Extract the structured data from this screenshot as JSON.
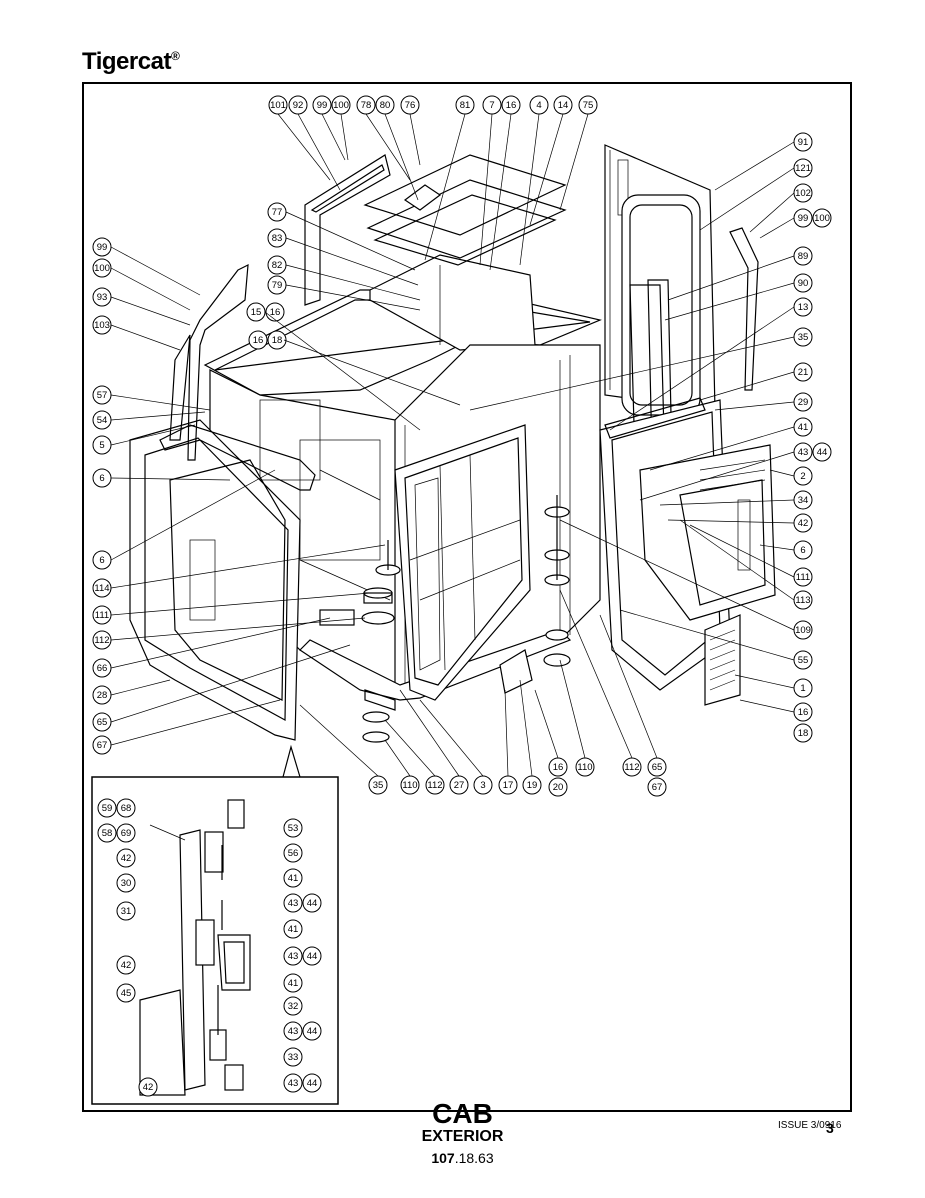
{
  "header": {
    "brand": "Tigercat",
    "brand_mark": "®"
  },
  "footer": {
    "title": "CAB",
    "subtitle": "EXTERIOR",
    "doc_number_bold": "107",
    "doc_number_rest": ".18.63",
    "issue": "ISSUE 3/09",
    "page": "3",
    "issue_suffix": "16"
  },
  "callouts_main": [
    "101",
    "92",
    "99",
    "100",
    "78",
    "80",
    "76",
    "81",
    "7",
    "16",
    "4",
    "14",
    "75",
    "77",
    "83",
    "82",
    "79",
    "15",
    "16",
    "16",
    "18",
    "91",
    "121",
    "102",
    "99",
    "100",
    "89",
    "90",
    "13",
    "35",
    "21",
    "29",
    "41",
    "43",
    "44",
    "2",
    "34",
    "42",
    "6",
    "111",
    "113",
    "109",
    "55",
    "1",
    "16",
    "18",
    "99",
    "100",
    "93",
    "103",
    "57",
    "54",
    "5",
    "6",
    "6",
    "114",
    "111",
    "112",
    "66",
    "28",
    "65",
    "67",
    "35",
    "110",
    "112",
    "27",
    "3",
    "17",
    "19",
    "16",
    "20",
    "110",
    "112",
    "65",
    "67"
  ],
  "callouts_detail": [
    "59",
    "68",
    "53",
    "58",
    "69",
    "56",
    "42",
    "41",
    "30",
    "43",
    "44",
    "31",
    "41",
    "42",
    "43",
    "44",
    "45",
    "41",
    "32",
    "43",
    "44",
    "33",
    "42",
    "43",
    "44"
  ]
}
